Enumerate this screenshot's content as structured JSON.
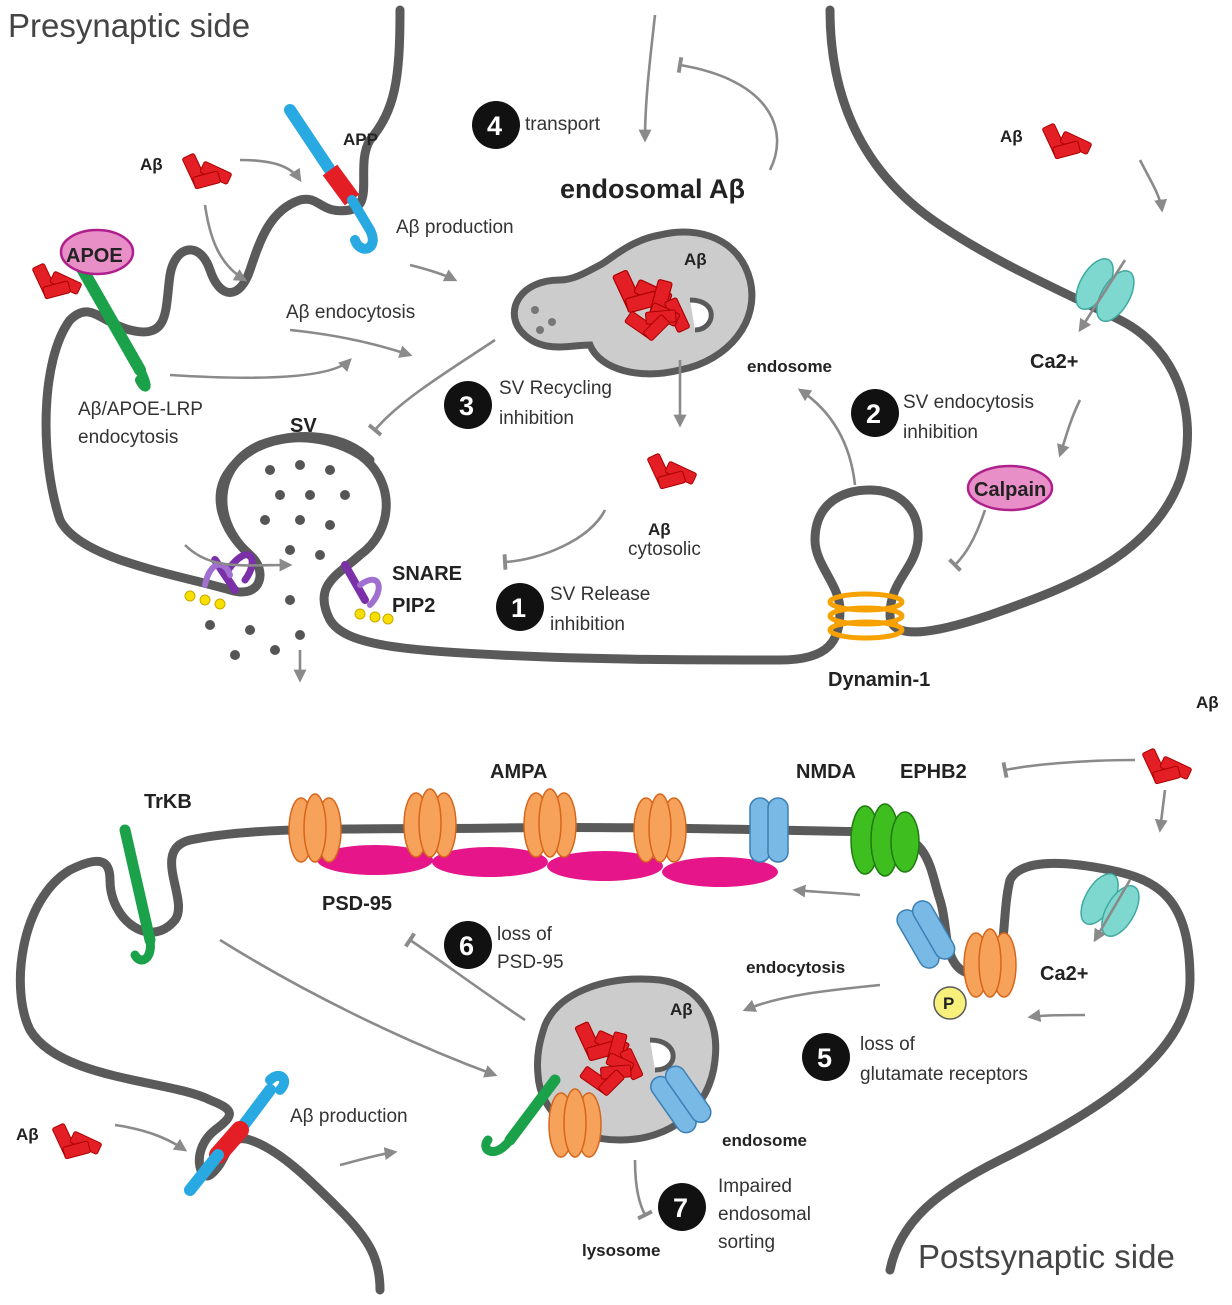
{
  "titles": {
    "presynaptic": "Presynaptic side",
    "postsynaptic": "Postsynaptic side"
  },
  "labels": {
    "abeta": "Aβ",
    "app": "APP",
    "apoe": "APOE",
    "abeta_production_pre": "Aβ production",
    "abeta_endocytosis": "Aβ endocytosis",
    "apoe_lrp_line1": "Aβ/APOE-LRP",
    "apoe_lrp_line2": "endocytosis",
    "endosomal_abeta": "endosomal Aβ",
    "endosome_pre": "endosome",
    "sv": "SV",
    "snare": "SNARE",
    "pip2": "PIP2",
    "cytosolic": "cytosolic",
    "ca2_pre": "Ca2+",
    "calpain": "Calpain",
    "dynamin": "Dynamin-1",
    "ampa": "AMPA",
    "nmda": "NMDA",
    "ephb2": "EPHB2",
    "trkb": "TrKB",
    "psd95": "PSD-95",
    "endocytosis_post": "endocytosis",
    "phospho": "P",
    "ca2_post": "Ca2+",
    "abeta_production_post": "Aβ production",
    "endosome_post": "endosome",
    "lysosome": "lysosome"
  },
  "steps": [
    {
      "num": "1",
      "line1": "SV Release",
      "line2": "inhibition"
    },
    {
      "num": "2",
      "line1": "SV endocytosis",
      "line2": "inhibition"
    },
    {
      "num": "3",
      "line1": "SV Recycling",
      "line2": "inhibition"
    },
    {
      "num": "4",
      "line1": "transport",
      "line2": ""
    },
    {
      "num": "5",
      "line1": "loss of",
      "line2": "glutamate receptors"
    },
    {
      "num": "6",
      "line1": "loss of",
      "line2": "PSD-95"
    },
    {
      "num": "7",
      "line1": "Impaired",
      "line2": "endosomal",
      "line3": "sorting"
    }
  ],
  "colors": {
    "abeta": "#e31e24",
    "app_blue": "#29a9e1",
    "apoe": "#e88fc8",
    "lrp_green": "#1aa14a",
    "endosome": "#cccccc",
    "ca_channel": "#7fd8d0",
    "snare_purple": "#7b2fa8",
    "pip2_yellow": "#f7e000",
    "dynamin_orange": "#f7a200",
    "ampa_orange": "#f7a25a",
    "nmda_blue": "#79b9e6",
    "psd95_magenta": "#e6168a",
    "green_receptor": "#3fbf1f"
  }
}
